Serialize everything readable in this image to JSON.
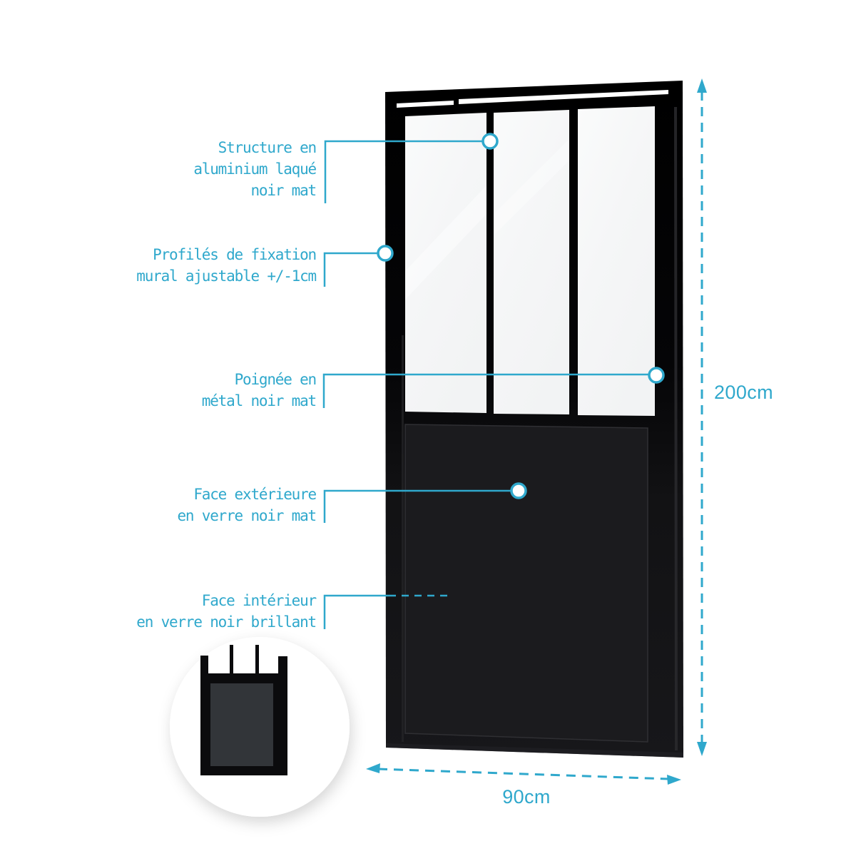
{
  "colors": {
    "accent": "#2FA8CC",
    "door_black": "#0B0B0D",
    "panel_black": "#1C1C1F",
    "glass": "#F6F7F8",
    "background": "#FFFFFF"
  },
  "callouts": [
    {
      "id": "structure",
      "lines": [
        "Structure en",
        "aluminium laqué",
        "noir mat"
      ]
    },
    {
      "id": "fixing-profiles",
      "lines": [
        "Profilés de fixation",
        "mural ajustable +/-1cm"
      ]
    },
    {
      "id": "handle",
      "lines": [
        "Poignée en",
        "métal noir mat"
      ]
    },
    {
      "id": "exterior-face",
      "lines": [
        "Face extérieure",
        "en verre noir mat"
      ]
    },
    {
      "id": "interior-face",
      "lines": [
        "Face intérieur",
        "en verre noir brillant"
      ]
    }
  ],
  "dimensions": {
    "height_label": "200cm",
    "width_label": "90cm"
  }
}
